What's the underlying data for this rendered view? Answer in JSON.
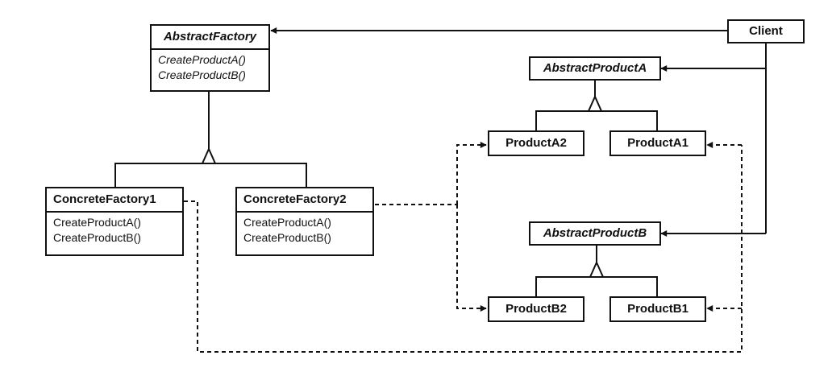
{
  "classes": {
    "abstract_factory": {
      "name": "AbstractFactory",
      "ops": [
        "CreateProductA()",
        "CreateProductB()"
      ]
    },
    "client": {
      "name": "Client"
    },
    "abstract_product_a": {
      "name": "AbstractProductA"
    },
    "product_a2": {
      "name": "ProductA2"
    },
    "product_a1": {
      "name": "ProductA1"
    },
    "concrete_factory1": {
      "name": "ConcreteFactory1",
      "ops": [
        "CreateProductA()",
        "CreateProductB()"
      ]
    },
    "concrete_factory2": {
      "name": "ConcreteFactory2",
      "ops": [
        "CreateProductA()",
        "CreateProductB()"
      ]
    },
    "abstract_product_b": {
      "name": "AbstractProductB"
    },
    "product_b2": {
      "name": "ProductB2"
    },
    "product_b1": {
      "name": "ProductB1"
    }
  }
}
